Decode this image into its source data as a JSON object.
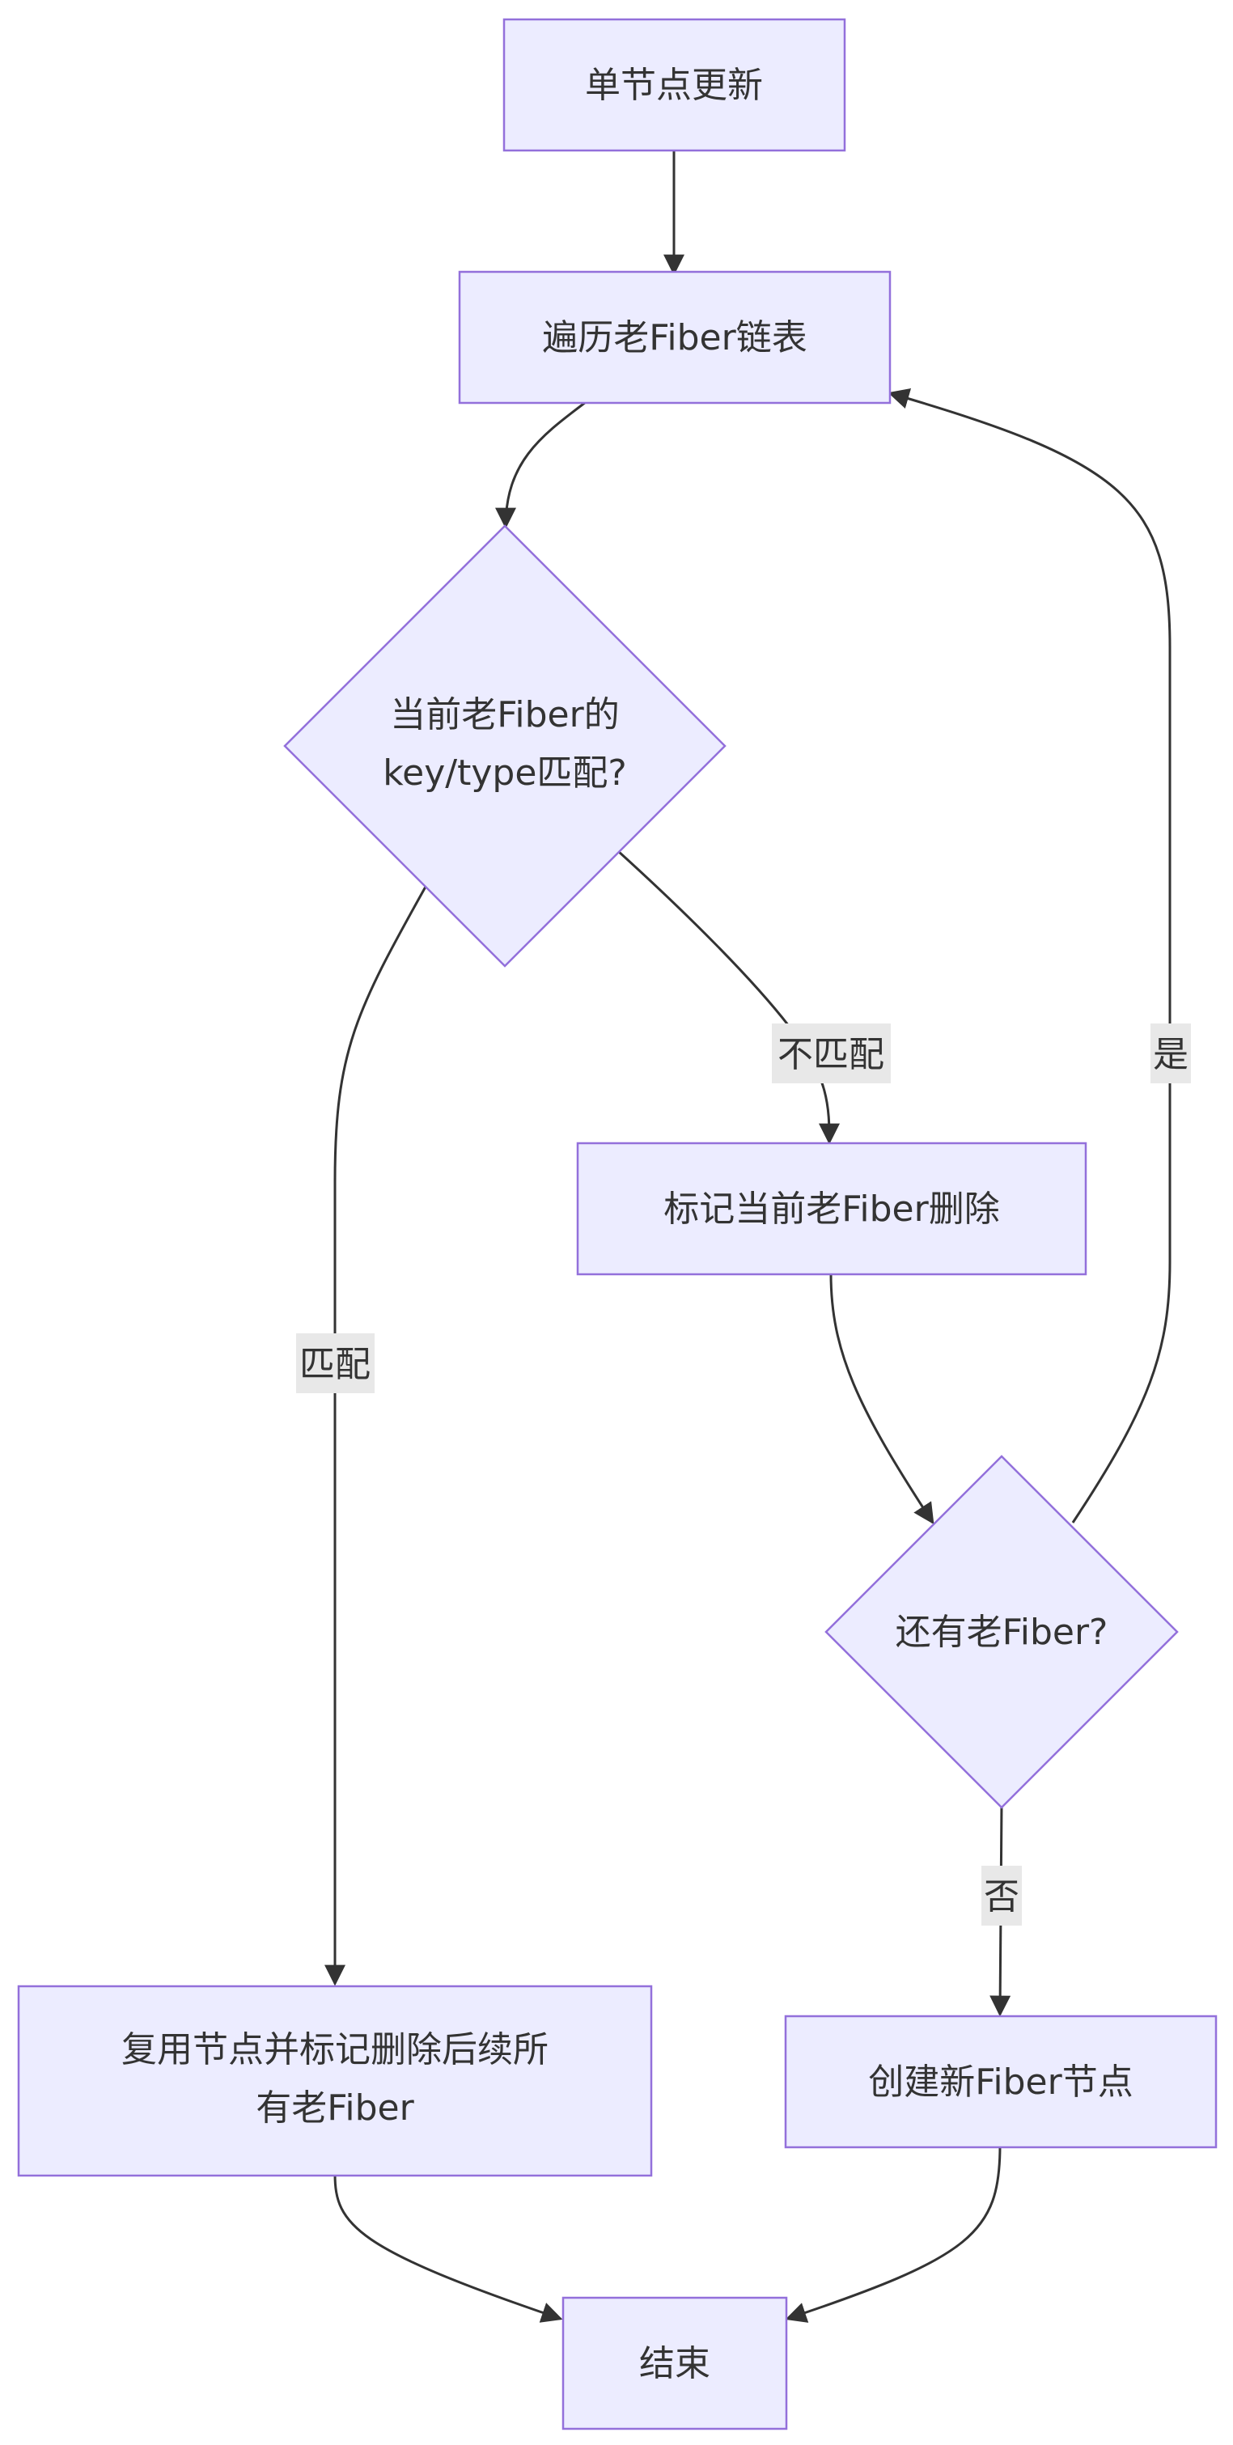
{
  "nodes": {
    "start": "单节点更新",
    "traverse": "遍历老Fiber链表",
    "match_q_line1": "当前老Fiber的",
    "match_q_line2": "key/type匹配?",
    "mark_delete": "标记当前老Fiber删除",
    "more_q": "还有老Fiber?",
    "reuse_line1": "复用节点并标记删除后续所",
    "reuse_line2": "有老Fiber",
    "create": "创建新Fiber节点",
    "end": "结束"
  },
  "edges": {
    "no_match": "不匹配",
    "match": "匹配",
    "yes": "是",
    "no": "否"
  },
  "colors": {
    "node_fill": "#ECECFF",
    "node_stroke": "#9370DB",
    "edge": "#333333",
    "label_bg": "#E8E8E8"
  }
}
